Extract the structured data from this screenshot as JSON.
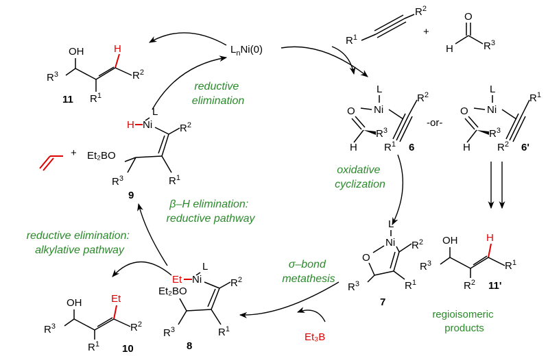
{
  "catalyst": {
    "main": "L",
    "sub": "n",
    "rest": "Ni(0)"
  },
  "reagents": {
    "plus": "+"
  },
  "labels": {
    "L": "L",
    "Ni": "Ni",
    "O": "O",
    "H": "H",
    "OH": "OH",
    "Et": "Et",
    "R1": "R",
    "R2": "R",
    "R3": "R",
    "s1": "1",
    "s2": "2",
    "s3": "3",
    "Et2BO": "Et₂BO",
    "Et3B": "Et₃B",
    "or": "-or-",
    "plus": "+"
  },
  "compound_numbers": {
    "c6": "6",
    "c6p": "6'",
    "c7": "7",
    "c8": "8",
    "c9": "9",
    "c10": "10",
    "c11": "11",
    "c11p": "11'"
  },
  "steps": {
    "reductive_elimination": [
      "reductive",
      "elimination"
    ],
    "oxidative_cyclization": [
      "oxidative",
      "cyclization"
    ],
    "beta_h": [
      "β–H elimination:",
      "reductive pathway"
    ],
    "alkylative": [
      "reductive elimination:",
      "alkylative pathway"
    ],
    "sigma_bond": [
      "σ–bond",
      "metathesis"
    ],
    "regio": [
      "regioisomeric",
      "products"
    ]
  },
  "colors": {
    "step_text": "#2a8a2a",
    "highlight": "#e00000"
  }
}
